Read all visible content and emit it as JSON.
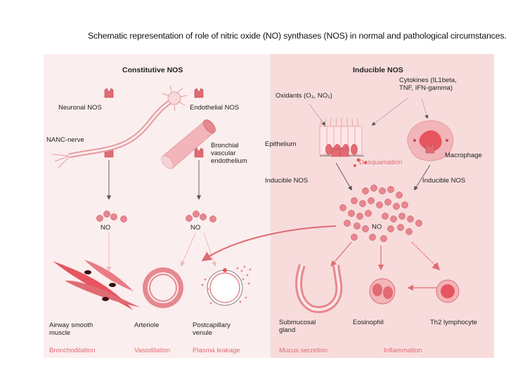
{
  "title": "Schematic representation of role of nitric oxide (NO) synthases (NOS) in normal and pathological circumstances.",
  "constitutive": {
    "header": "Constitutive NOS",
    "neuronal": "Neuronal NOS",
    "endothelial": "Endothelial NOS",
    "nanc": "NANC-nerve",
    "bronchial": [
      "Bronchial",
      "vascular",
      "endothelium"
    ],
    "no_left": "NO",
    "no_mid": "NO"
  },
  "inducible": {
    "header": "Inducible NOS",
    "oxidants": "Oxidants (O₃, NO₂)",
    "cytokines": [
      "Cytokines (IL1beta,",
      "TNF, IFN-gamma)"
    ],
    "epithelium": "Epithelium",
    "desquamation": "Desquamation",
    "macrophage": "Macrophage",
    "inos_left": "Inducible NOS",
    "inos_right": "Inducible NOS",
    "no_cluster": "NO"
  },
  "targets": {
    "airway": [
      "Airway smooth",
      "muscle"
    ],
    "arteriole": "Arteriole",
    "venule": [
      "Postcapillary",
      "venule"
    ],
    "gland": [
      "Submucosal",
      "gland"
    ],
    "eosinophil": "Eosinophil",
    "th2": "Th2 lymphocyte"
  },
  "effects": {
    "bronchodilation": "Bronchodilation",
    "vasodilation": "Vasodilation",
    "plasma": "Plasma leakage",
    "mucus": "Mucus secretion",
    "inflammation": "Inflammation"
  },
  "colors": {
    "accent": "#e06b73",
    "panel_left": "#fbeeee",
    "panel_right": "#f8dcdc"
  }
}
